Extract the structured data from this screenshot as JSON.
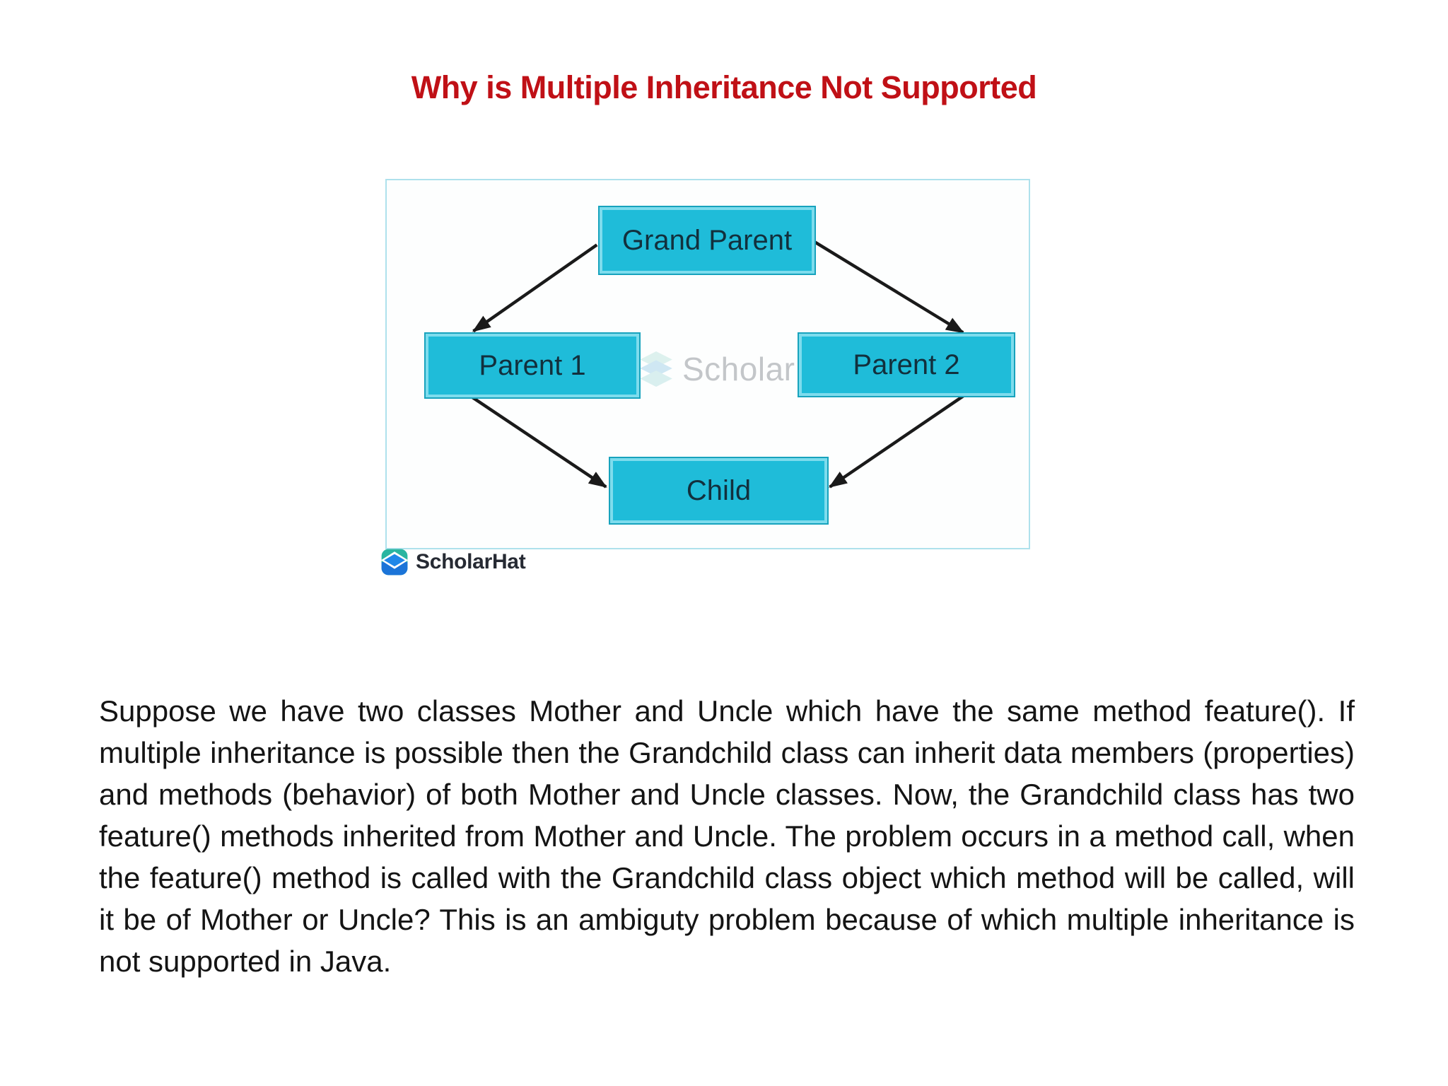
{
  "page": {
    "title": "Why is Multiple Inheritance Not Supported"
  },
  "diagram": {
    "nodes": [
      {
        "id": "grand-parent",
        "label": "Grand Parent"
      },
      {
        "id": "parent-1",
        "label": "Parent 1"
      },
      {
        "id": "parent-2",
        "label": "Parent 2"
      },
      {
        "id": "child",
        "label": "Child"
      }
    ],
    "edges": [
      {
        "from": "grand-parent",
        "to": "parent-1"
      },
      {
        "from": "grand-parent",
        "to": "parent-2"
      },
      {
        "from": "parent-1",
        "to": "child"
      },
      {
        "from": "parent-2",
        "to": "child"
      }
    ],
    "watermark_text": "ScholarHat"
  },
  "branding": {
    "logo_text": "ScholarHat"
  },
  "body_text": {
    "paragraph": "Suppose we have two classes Mother and Uncle which have the same method feature(). If multiple inheritance is possible then the Grandchild class can inherit data members (properties) and methods (behavior) of both Mother and Uncle classes. Now, the Grandchild class has two feature() methods inherited from Mother and Uncle. The problem occurs in a method call, when the feature() method is called with the Grandchild class object which method will be called, will it be of Mother or Uncle? This is an ambiguty problem because of which multiple inheritance is not supported in Java."
  },
  "colors": {
    "title": "#c01016",
    "node_fill": "#1fbcd9",
    "node_border": "#7edced",
    "node_text": "#12303d",
    "frame_border": "#aee1ec",
    "arrow": "#1a1a1a",
    "watermark_gray": "#c3c6c9",
    "logo_teal": "#2ab5a0",
    "logo_blue": "#1f87e8"
  }
}
